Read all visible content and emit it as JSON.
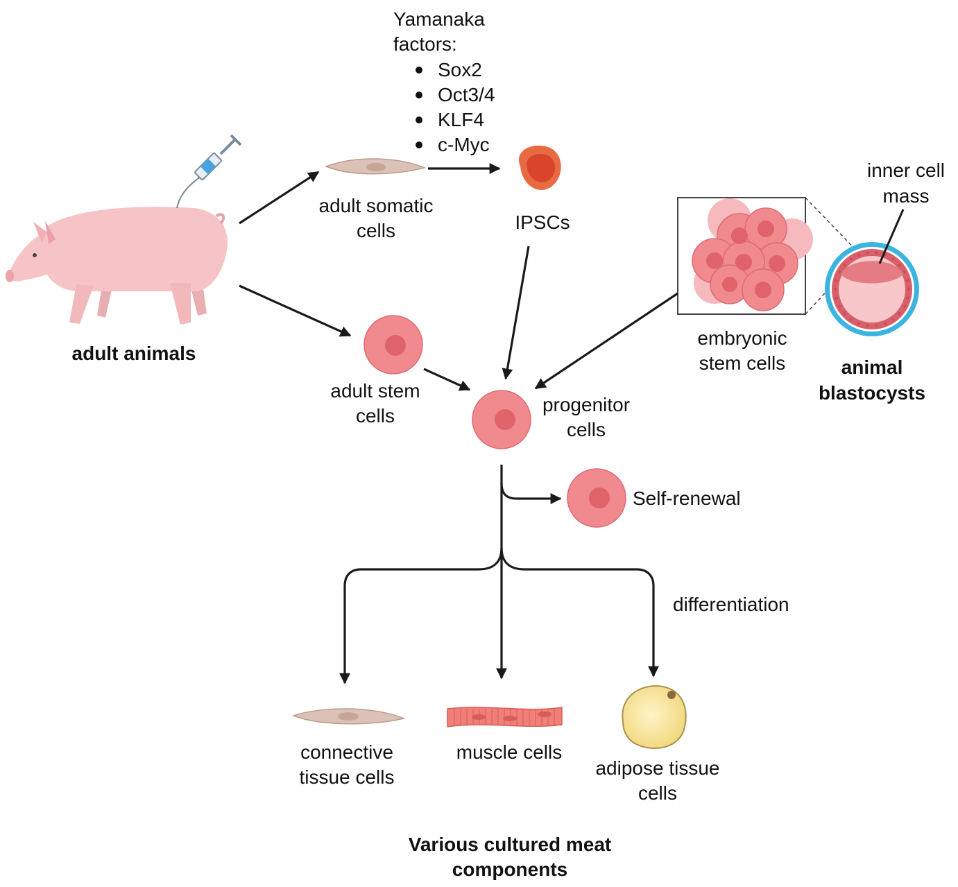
{
  "yamanaka": {
    "heading_line1": "Yamanaka",
    "heading_line2": "factors:",
    "factors": [
      "Sox2",
      "Oct3/4",
      "KLF4",
      "c-Myc"
    ]
  },
  "labels": {
    "adult_animals": "adult animals",
    "adult_somatic_cells": [
      "adult somatic",
      "cells"
    ],
    "ipscs": "IPSCs",
    "inner_cell_mass": [
      "inner cell",
      "mass"
    ],
    "embryonic_stem_cells": [
      "embryonic",
      "stem cells"
    ],
    "animal_blastocysts": [
      "animal",
      "blastocysts"
    ],
    "adult_stem_cells": [
      "adult stem",
      "cells"
    ],
    "progenitor_cells": [
      "progenitor",
      "cells"
    ],
    "self_renewal": "Self-renewal",
    "differentiation": "differentiation",
    "connective_tissue_cells": [
      "connective",
      "tissue cells"
    ],
    "muscle_cells": "muscle cells",
    "adipose_tissue_cells": [
      "adipose tissue",
      "cells"
    ],
    "cultured_meat": [
      "Various cultured meat",
      "components"
    ]
  },
  "colors": {
    "stem_cell_fill": "#f08a8f",
    "stem_cell_nucleus": "#e0636c",
    "ipsc_fill": "#e86a43",
    "ipsc_nucleus": "#d9452b",
    "fibroblast_fill": "#dcc2b6",
    "muscle_fill": "#f07f79",
    "adipose_fill": "#f6e29a",
    "blastocyst_ring": "#3cb4e0",
    "pig_fill": "#f6c4c6",
    "arrow": "#1a1a1a"
  }
}
